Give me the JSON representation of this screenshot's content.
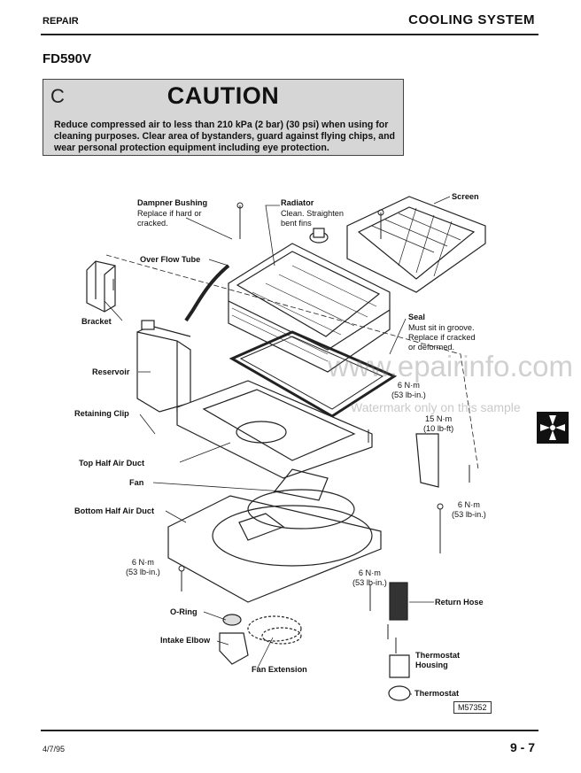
{
  "header": {
    "section": "REPAIR",
    "chapter": "COOLING SYSTEM"
  },
  "model": "FD590V",
  "caution": {
    "symbol": "C",
    "title": "CAUTION",
    "text": "Reduce compressed air to less than 210 kPa (2 bar) (30 psi) when using for cleaning purposes. Clear area of bystanders, guard against flying chips, and wear personal protection equipment including eye protection."
  },
  "labels": {
    "dampner_bushing": "Dampner Bushing",
    "dampner_note": [
      "Replace if hard or",
      "cracked."
    ],
    "radiator": "Radiator",
    "radiator_note": [
      "Clean. Straighten",
      "bent fins"
    ],
    "screen": "Screen",
    "over_flow_tube": "Over Flow Tube",
    "bracket": "Bracket",
    "seal": "Seal",
    "seal_note": [
      "Must sit in groove.",
      "Replace if cracked",
      "or deformed."
    ],
    "reservoir": "Reservoir",
    "retaining_clip": "Retaining Clip",
    "top_half_air_duct": "Top Half Air Duct",
    "fan": "Fan",
    "bottom_half_air_duct": "Bottom Half Air Duct",
    "o_ring": "O-Ring",
    "intake_elbow": "Intake Elbow",
    "fan_extension": "Fan Extension",
    "return_hose": "Return Hose",
    "thermostat_housing": [
      "Thermostat",
      "Housing"
    ],
    "thermostat": "Thermostat"
  },
  "torques": {
    "t1": [
      "6 N·m",
      "(53 lb-in.)"
    ],
    "t2": [
      "15 N·m",
      "(10 lb-ft)"
    ],
    "t3": [
      "6 N·m",
      "(53 lb-in.)"
    ],
    "t4": [
      "6 N·m",
      "(53 lb-in.)"
    ],
    "t5": [
      "6 N·m",
      "(53 lb-in.)"
    ]
  },
  "watermark": {
    "site": "www.epairinfo.com",
    "note": "Watermark only on this sample"
  },
  "figure_id": "M57352",
  "footer": {
    "date": "4/7/95",
    "page": "9 - 7"
  }
}
